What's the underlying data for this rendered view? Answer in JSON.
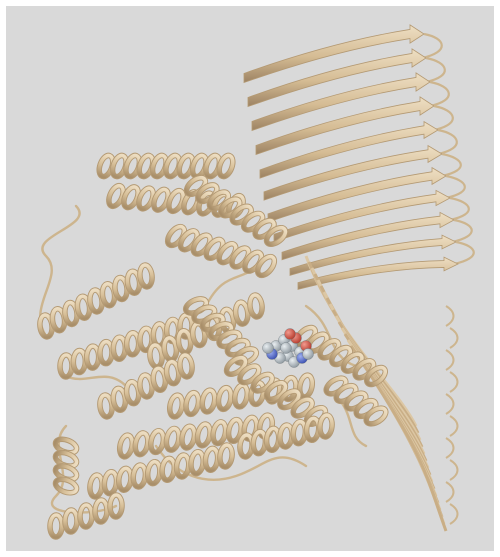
{
  "viewer": {
    "background_color": "#d9d9d9",
    "frame_color": "#ffffff",
    "ribbon_color": "#d7bf98",
    "ribbon_shadow_color": "#b49a74",
    "ligand_colors": {
      "carbon": "#a7b1b8",
      "oxygen": "#d24a3b",
      "nitrogen": "#4d63c9"
    }
  },
  "structure": {
    "representation": "ribbon",
    "components": [
      {
        "name": "helical-domain",
        "type": "alpha-helices"
      },
      {
        "name": "solenoid-domain",
        "type": "beta-strands"
      },
      {
        "name": "bound-ligand",
        "type": "sphere-model"
      }
    ]
  }
}
